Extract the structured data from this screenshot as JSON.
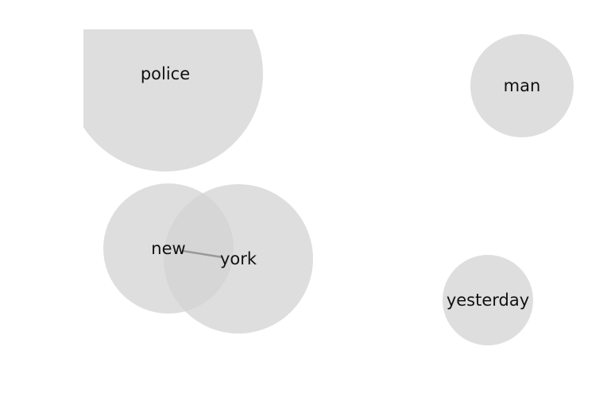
{
  "style": {
    "bubble_color": "#d3d3d3",
    "bubble_opacity": 0.75,
    "edge_color": "#999999",
    "text_color": "#111111",
    "background": "#ffffff"
  },
  "nodes": [
    {
      "id": "police",
      "label": "police",
      "weight": 3
    },
    {
      "id": "man",
      "label": "man",
      "weight": 1
    },
    {
      "id": "new",
      "label": "new",
      "weight": 1.6
    },
    {
      "id": "york",
      "label": "york",
      "weight": 2.1
    },
    {
      "id": "yesterday",
      "label": "yesterday",
      "weight": 0.8
    }
  ],
  "edges": [
    {
      "source": "new",
      "target": "york"
    }
  ]
}
